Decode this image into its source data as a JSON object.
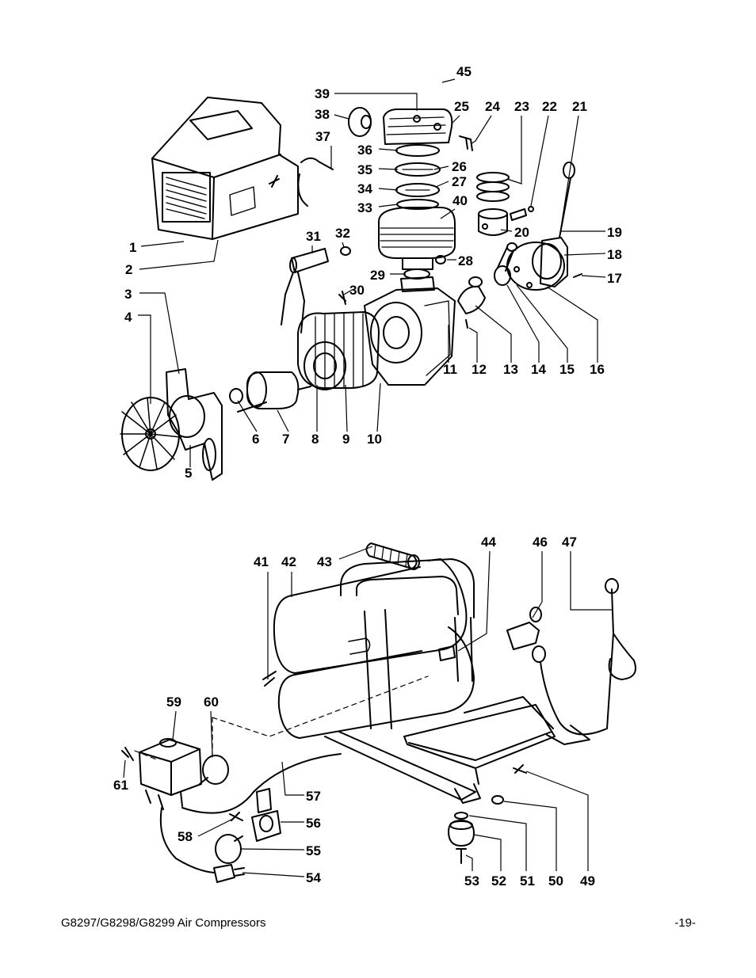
{
  "diagram": {
    "part_numbers": [
      "1",
      "2",
      "3",
      "4",
      "5",
      "6",
      "7",
      "8",
      "9",
      "10",
      "11",
      "12",
      "13",
      "14",
      "15",
      "16",
      "17",
      "18",
      "19",
      "20",
      "21",
      "22",
      "23",
      "24",
      "25",
      "26",
      "27",
      "28",
      "29",
      "30",
      "31",
      "32",
      "33",
      "34",
      "35",
      "36",
      "37",
      "38",
      "39",
      "40",
      "41",
      "42",
      "43",
      "44",
      "45",
      "46",
      "47",
      "49",
      "50",
      "51",
      "52",
      "53",
      "54",
      "55",
      "56",
      "57",
      "58",
      "59",
      "60",
      "61"
    ]
  },
  "footer": {
    "model_text": "G8297/G8298/G8299 Air Compressors",
    "page_number": "-19-"
  }
}
